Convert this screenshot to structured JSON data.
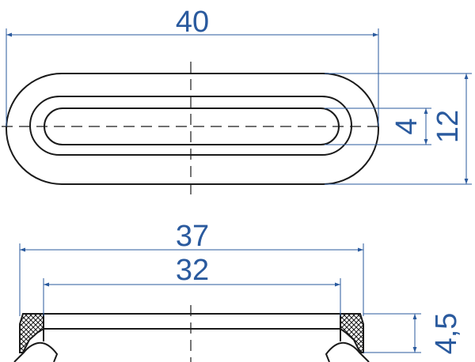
{
  "colors": {
    "outline": "#1a1a1a",
    "dimension": "#2a5a9e",
    "background": "#ffffff"
  },
  "top_view": {
    "overall_length": "40",
    "slot_width": "4",
    "overall_width": "12"
  },
  "side_view": {
    "outer_diameter": "37",
    "inner_diameter": "32",
    "height": "4,5"
  }
}
